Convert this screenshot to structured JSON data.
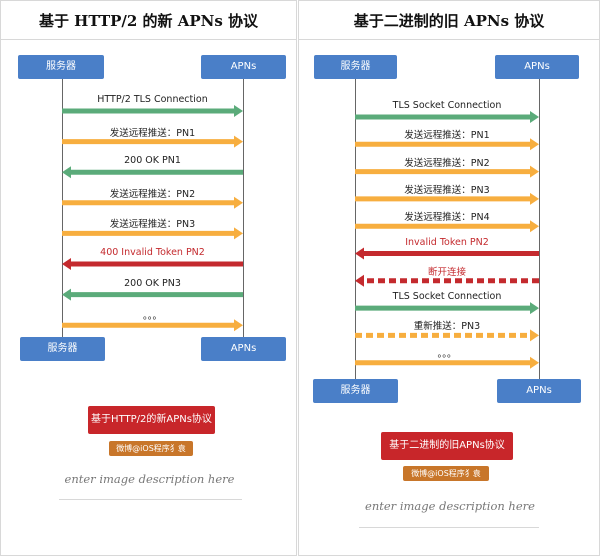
{
  "left": {
    "title": "基于 HTTP/2 的新 APNs 协议",
    "server": "服务器",
    "apns": "APNs",
    "messages": [
      {
        "label": "HTTP/2 TLS Connection",
        "dir": "right",
        "color": "green",
        "style": "solid"
      },
      {
        "label": "发送远程推送：PN1",
        "dir": "right",
        "color": "orange",
        "style": "solid"
      },
      {
        "label": "200 OK PN1",
        "dir": "left",
        "color": "green",
        "style": "solid"
      },
      {
        "label": "发送远程推送：PN2",
        "dir": "right",
        "color": "orange",
        "style": "solid"
      },
      {
        "label": "发送远程推送：PN3",
        "dir": "right",
        "color": "orange",
        "style": "solid"
      },
      {
        "label": "400 Invalid Token PN2",
        "dir": "left",
        "color": "red",
        "style": "solid"
      },
      {
        "label": "200 OK PN3",
        "dir": "left",
        "color": "green",
        "style": "solid"
      },
      {
        "label": "。。。",
        "dir": "right",
        "color": "orange",
        "style": "solid"
      }
    ],
    "caption": "基于HTTP/2的新APNs协议",
    "watermark": "微博@iOS程序犭袁",
    "image_desc": "enter image description here"
  },
  "right": {
    "title": "基于二进制的旧 APNs 协议",
    "server": "服务器",
    "apns": "APNs",
    "messages": [
      {
        "label": "TLS Socket Connection",
        "dir": "right",
        "color": "green",
        "style": "solid"
      },
      {
        "label": "发送远程推送：PN1",
        "dir": "right",
        "color": "orange",
        "style": "solid"
      },
      {
        "label": "发送远程推送：PN2",
        "dir": "right",
        "color": "orange",
        "style": "solid"
      },
      {
        "label": "发送远程推送：PN3",
        "dir": "right",
        "color": "orange",
        "style": "solid"
      },
      {
        "label": "发送远程推送：PN4",
        "dir": "right",
        "color": "orange",
        "style": "solid"
      },
      {
        "label": "Invalid Token PN2",
        "dir": "left",
        "color": "red",
        "style": "solid"
      },
      {
        "label": "断开连接",
        "dir": "left",
        "color": "red",
        "style": "dashed"
      },
      {
        "label": "TLS Socket Connection",
        "dir": "right",
        "color": "green",
        "style": "solid"
      },
      {
        "label": "重新推送：PN3",
        "dir": "right",
        "color": "orange",
        "style": "dashed"
      },
      {
        "label": "。。。",
        "dir": "right",
        "color": "orange",
        "style": "solid"
      }
    ],
    "caption": "基于二进制的旧APNs协议",
    "watermark": "微博@iOS程序犭袁",
    "image_desc": "enter image description here"
  },
  "colors": {
    "green": "#5bab7a",
    "orange": "#f7ae3f",
    "red": "#c42a2e",
    "node": "#4a7fc8"
  }
}
